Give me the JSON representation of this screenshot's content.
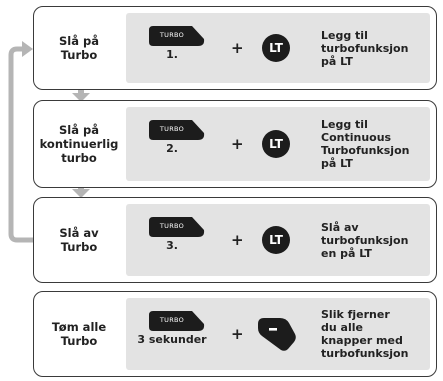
{
  "colors": {
    "panel": "#e3e3e3",
    "border": "#3a3a3a",
    "arrow": "#b5b5b5",
    "icon": "#1c1c1c"
  },
  "icons": {
    "turbo_key": "turbo-button-icon",
    "lt": "lt-trigger-icon",
    "shoulder": "shoulder-button-icon"
  },
  "steps": [
    {
      "label": "Slå på\nTurbo",
      "key": "TURBO",
      "count": "1.",
      "plus": "+",
      "button": "LT",
      "description": "Legg til\nturbofunksjon\npå LT"
    },
    {
      "label": "Slå på\nkontinuerlig\nturbo",
      "key": "TURBO",
      "count": "2.",
      "plus": "+",
      "button": "LT",
      "description": "Legg til\nContinuous\nTurbofunksjon\npå LT"
    },
    {
      "label": "Slå av\nTurbo",
      "key": "TURBO",
      "count": "3.",
      "plus": "+",
      "button": "LT",
      "description": "Slå av\nturbofunksjon\nen på LT"
    },
    {
      "label": "Tøm alle\nTurbo",
      "key": "TURBO",
      "count": "3 sekunder",
      "plus": "+",
      "button": "",
      "description": "Slik fjerner\ndu alle\nknapper med\nturbofunksjon"
    }
  ]
}
